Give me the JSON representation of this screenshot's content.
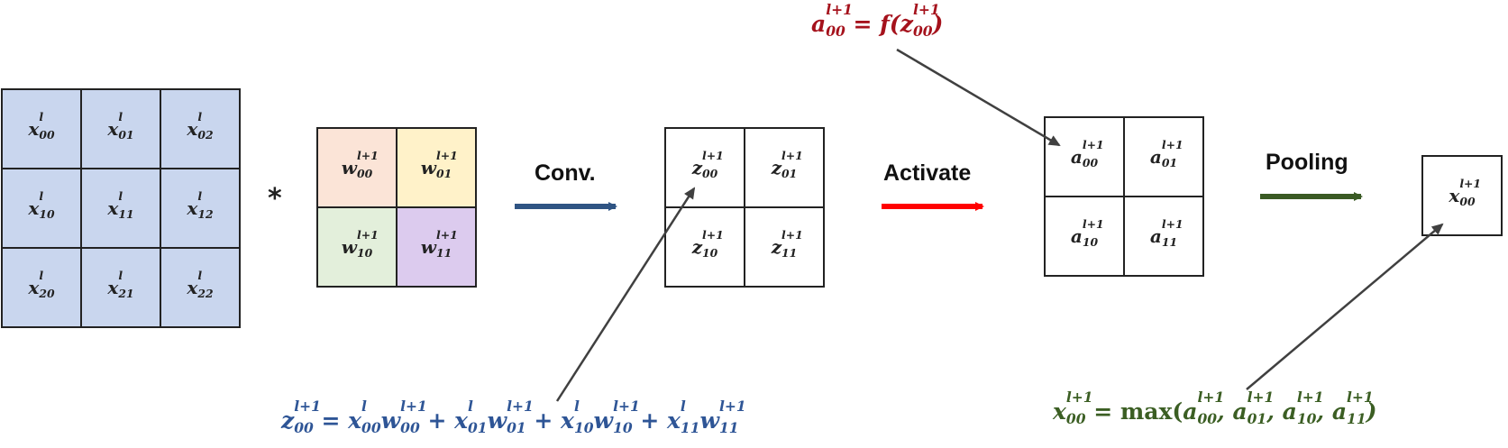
{
  "input_grid": {
    "cells": [
      {
        "base": "x",
        "sup": "l",
        "sub": "00"
      },
      {
        "base": "x",
        "sup": "l",
        "sub": "01"
      },
      {
        "base": "x",
        "sup": "l",
        "sub": "02"
      },
      {
        "base": "x",
        "sup": "l",
        "sub": "10"
      },
      {
        "base": "x",
        "sup": "l",
        "sub": "11"
      },
      {
        "base": "x",
        "sup": "l",
        "sub": "12"
      },
      {
        "base": "x",
        "sup": "l",
        "sub": "20"
      },
      {
        "base": "x",
        "sup": "l",
        "sub": "21"
      },
      {
        "base": "x",
        "sup": "l",
        "sub": "22"
      }
    ],
    "fill": "#c9d6ee"
  },
  "operator": "*",
  "kernel": {
    "cells": [
      {
        "base": "w",
        "sup": "l+1",
        "sub": "00",
        "fill": "#fbe4d7"
      },
      {
        "base": "w",
        "sup": "l+1",
        "sub": "01",
        "fill": "#fff2c9"
      },
      {
        "base": "w",
        "sup": "l+1",
        "sub": "10",
        "fill": "#e3efdb"
      },
      {
        "base": "w",
        "sup": "l+1",
        "sub": "11",
        "fill": "#dccbee"
      }
    ]
  },
  "steps": {
    "conv": "Conv.",
    "activate": "Activate",
    "pooling": "Pooling"
  },
  "arrow_colors": {
    "conv": "#2f5483",
    "activate": "#ff0000",
    "pooling": "#3a5a24",
    "pointer": "#404040"
  },
  "conv_output": {
    "cells": [
      {
        "base": "z",
        "sup": "l+1",
        "sub": "00"
      },
      {
        "base": "z",
        "sup": "l+1",
        "sub": "01"
      },
      {
        "base": "z",
        "sup": "l+1",
        "sub": "10"
      },
      {
        "base": "z",
        "sup": "l+1",
        "sub": "11"
      }
    ]
  },
  "activation_output": {
    "cells": [
      {
        "base": "a",
        "sup": "l+1",
        "sub": "00"
      },
      {
        "base": "a",
        "sup": "l+1",
        "sub": "01"
      },
      {
        "base": "a",
        "sup": "l+1",
        "sub": "10"
      },
      {
        "base": "a",
        "sup": "l+1",
        "sub": "11"
      }
    ]
  },
  "pool_output": {
    "cells": [
      {
        "base": "x",
        "sup": "l+1",
        "sub": "00"
      }
    ]
  },
  "formulas": {
    "activation": {
      "color": "#a5121c",
      "parts": [
        {
          "base": "a",
          "sup": "l+1",
          "sub": "00"
        },
        {
          "text": " = "
        },
        {
          "text": "f("
        },
        {
          "base": "z",
          "sup": "l+1",
          "sub": "00"
        },
        {
          "text": ")"
        }
      ]
    },
    "convolution": {
      "color": "#2e5596",
      "parts": [
        {
          "base": "z",
          "sup": "l+1",
          "sub": "00"
        },
        {
          "text": " = "
        },
        {
          "base": "x",
          "sup": "l",
          "sub": "00"
        },
        {
          "base": "w",
          "sup": "l+1",
          "sub": "00"
        },
        {
          "text": " + "
        },
        {
          "base": "x",
          "sup": "l",
          "sub": "01"
        },
        {
          "base": "w",
          "sup": "l+1",
          "sub": "01"
        },
        {
          "text": " + "
        },
        {
          "base": "x",
          "sup": "l",
          "sub": "10"
        },
        {
          "base": "w",
          "sup": "l+1",
          "sub": "10"
        },
        {
          "text": " + "
        },
        {
          "base": "x",
          "sup": "l",
          "sub": "11"
        },
        {
          "base": "w",
          "sup": "l+1",
          "sub": "11"
        }
      ]
    },
    "pooling": {
      "color": "#3b5e23",
      "parts": [
        {
          "base": "x",
          "sup": "l+1",
          "sub": "00"
        },
        {
          "text": " = "
        },
        {
          "text": "max(",
          "upright": true
        },
        {
          "base": "a",
          "sup": "l+1",
          "sub": "00"
        },
        {
          "text": ", "
        },
        {
          "base": "a",
          "sup": "l+1",
          "sub": "01"
        },
        {
          "text": ", "
        },
        {
          "base": "a",
          "sup": "l+1",
          "sub": "10"
        },
        {
          "text": ", "
        },
        {
          "base": "a",
          "sup": "l+1",
          "sub": "11"
        },
        {
          "text": ")"
        }
      ]
    }
  }
}
